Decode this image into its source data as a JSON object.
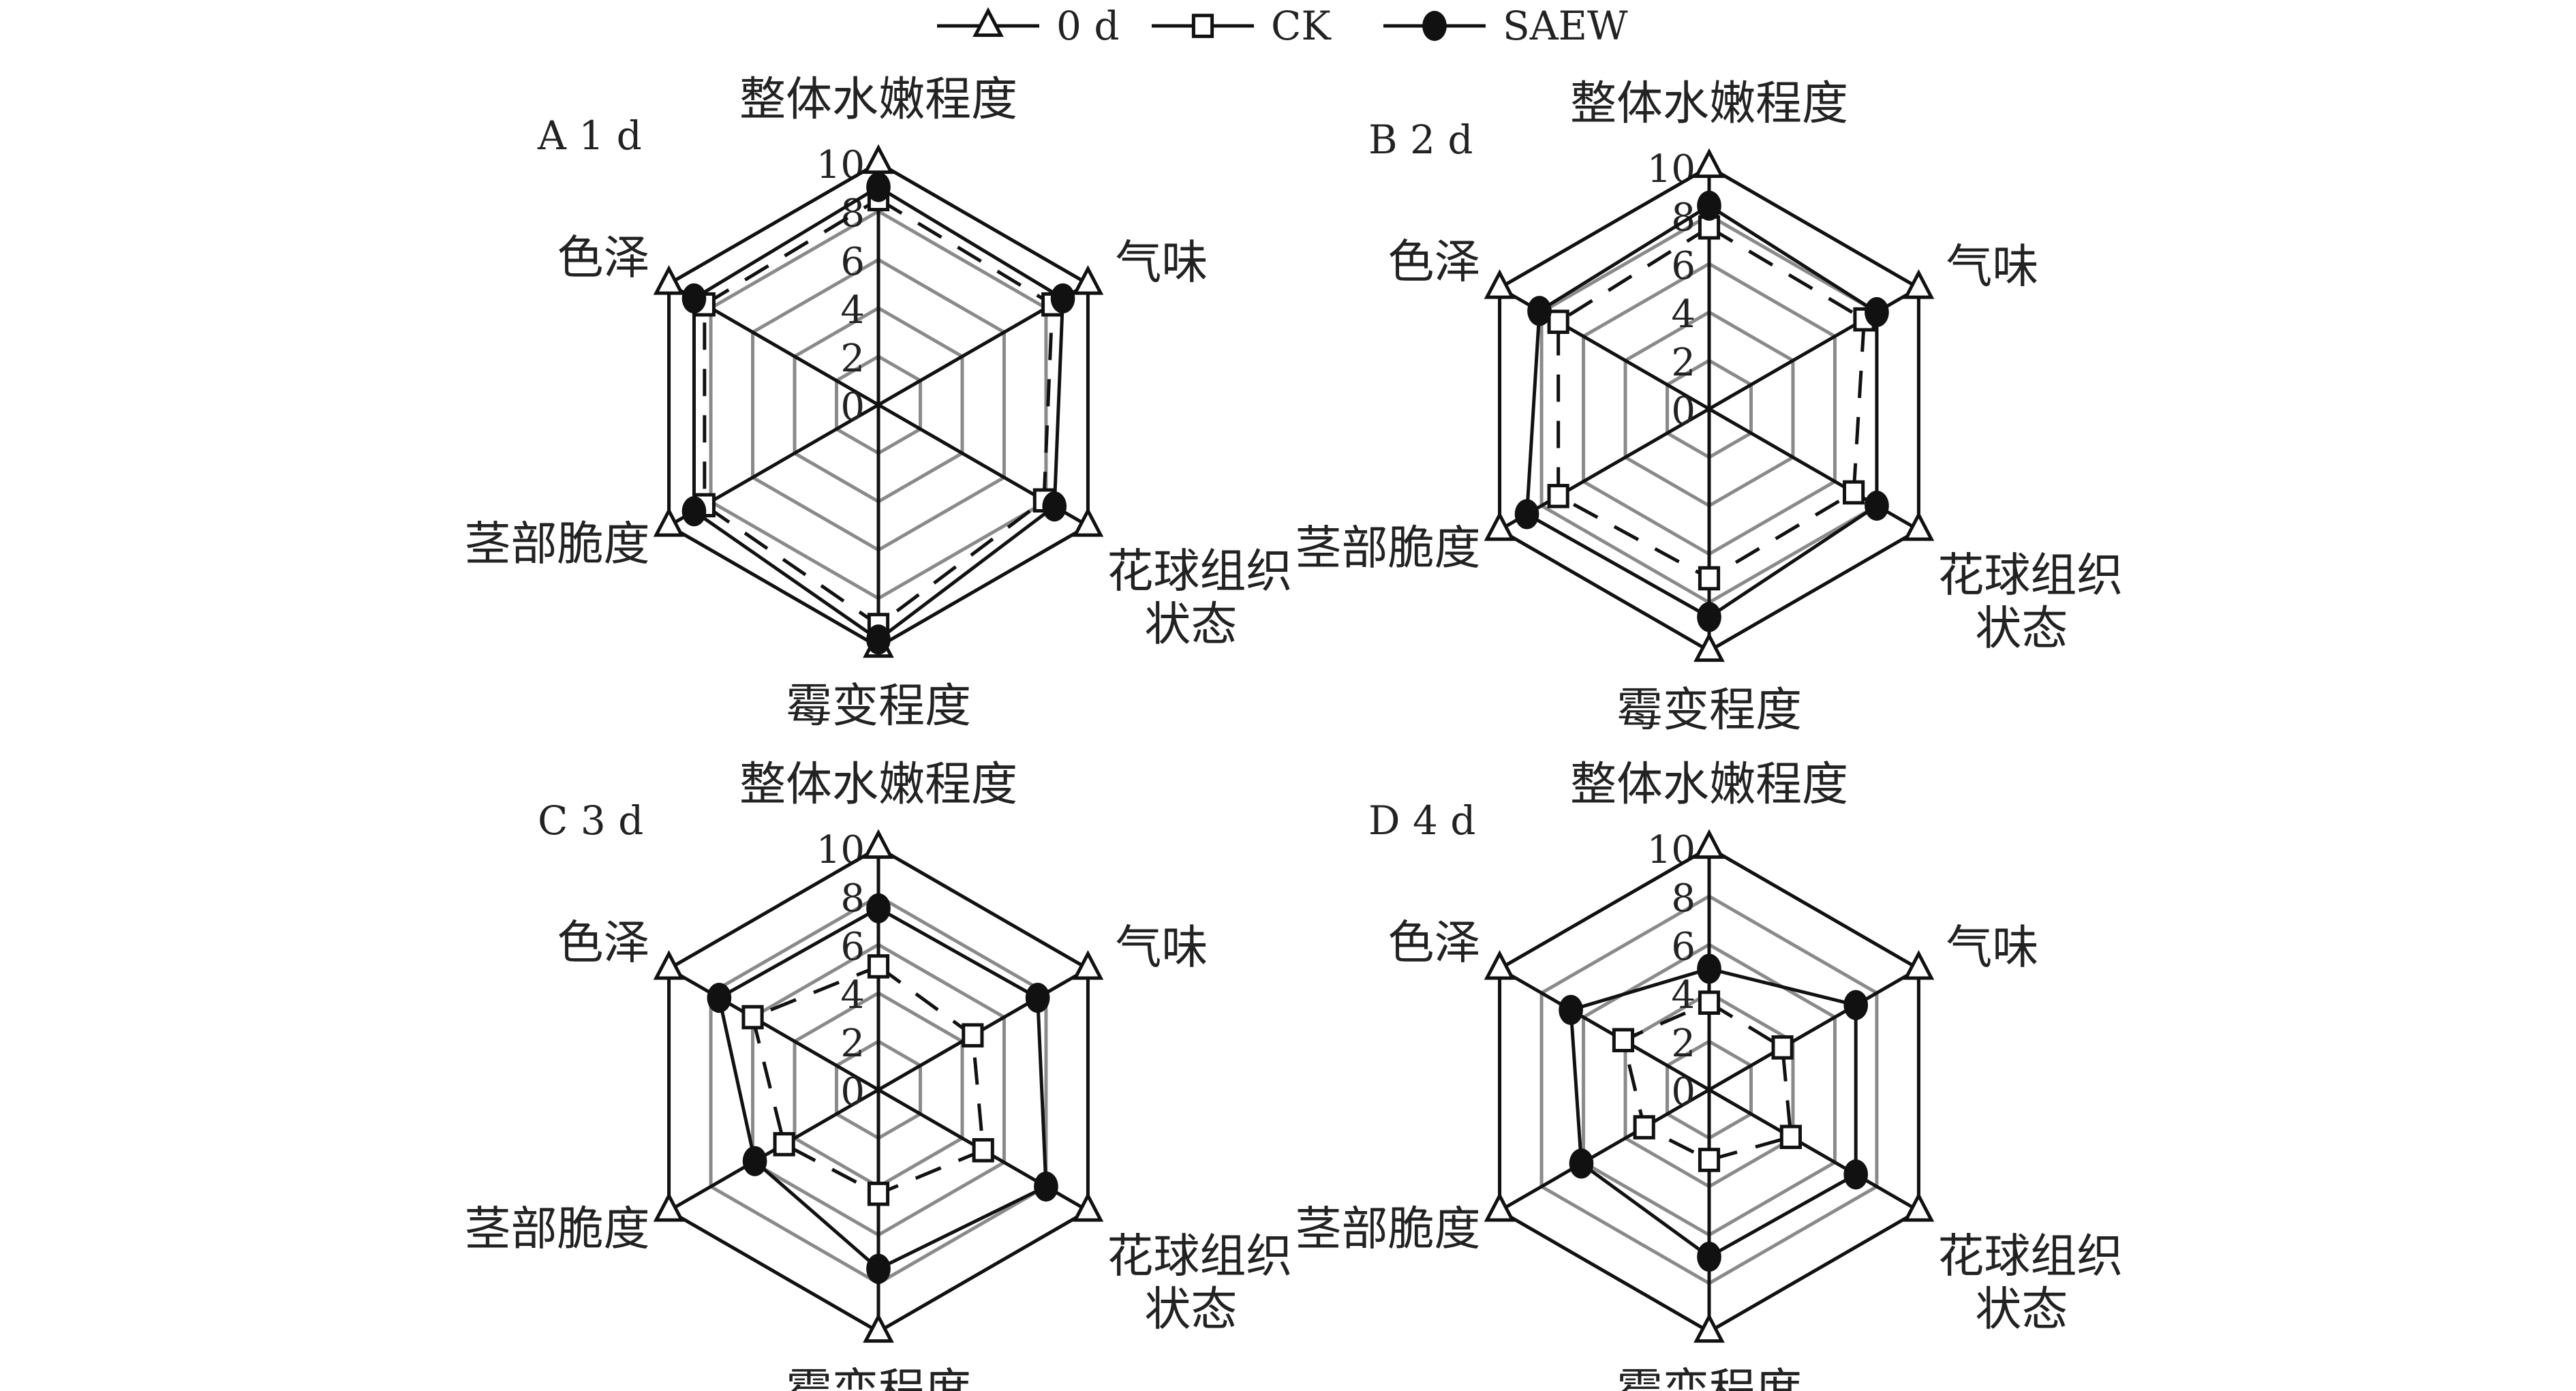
{
  "chart_data": {
    "type": "radar",
    "legend": {
      "placement": "top-center",
      "entries": [
        {
          "name": "0 d",
          "marker": "triangle-open",
          "line": "solid"
        },
        {
          "name": "CK",
          "marker": "square-open",
          "line": "dashed"
        },
        {
          "name": "SAEW",
          "marker": "circle-filled",
          "line": "solid"
        }
      ]
    },
    "axes": [
      "整体水嫩程度",
      "气味",
      "花球组织状态",
      "霉变程度",
      "茎部脆度",
      "色泽"
    ],
    "axis_label_lines": [
      [
        "整体水嫩程度"
      ],
      [
        "气味"
      ],
      [
        "花球组织",
        "状态"
      ],
      [
        "霉变程度"
      ],
      [
        "茎部脆度"
      ],
      [
        "色泽"
      ]
    ],
    "ticks": [
      "0",
      "2",
      "4",
      "6",
      "8",
      "10"
    ],
    "range": [
      0,
      10
    ],
    "grid": true,
    "colors": {
      "grid": "#8a8a8a",
      "series": "#111111"
    },
    "panels": [
      {
        "title": "A 1 d",
        "series": [
          {
            "name": "0 d",
            "values": [
              10,
              10,
              10,
              10,
              10,
              10
            ]
          },
          {
            "name": "CK",
            "values": [
              8.5,
              8.3,
              7.9,
              9.1,
              8.3,
              8.3
            ]
          },
          {
            "name": "SAEW",
            "values": [
              9.0,
              8.8,
              8.4,
              9.7,
              8.8,
              8.8
            ]
          }
        ]
      },
      {
        "title": "B 2 d",
        "series": [
          {
            "name": "0 d",
            "values": [
              10,
              10,
              10,
              10,
              10,
              10
            ]
          },
          {
            "name": "CK",
            "values": [
              7.5,
              7.4,
              6.9,
              7.0,
              7.2,
              7.2
            ]
          },
          {
            "name": "SAEW",
            "values": [
              8.4,
              8.0,
              8.0,
              8.6,
              8.7,
              8.1
            ]
          }
        ]
      },
      {
        "title": "C 3 d",
        "series": [
          {
            "name": "0 d",
            "values": [
              10,
              10,
              10,
              10,
              10,
              10
            ]
          },
          {
            "name": "CK",
            "values": [
              5.1,
              4.5,
              5.0,
              4.3,
              4.5,
              6.0
            ]
          },
          {
            "name": "SAEW",
            "values": [
              7.5,
              7.6,
              8.0,
              7.4,
              5.9,
              7.6
            ]
          }
        ]
      },
      {
        "title": "D 4 d",
        "series": [
          {
            "name": "0 d",
            "values": [
              10,
              10,
              10,
              10,
              10,
              10
            ]
          },
          {
            "name": "CK",
            "values": [
              3.6,
              3.5,
              3.9,
              2.9,
              3.1,
              4.1
            ]
          },
          {
            "name": "SAEW",
            "values": [
              5.0,
              7.0,
              7.0,
              6.9,
              6.1,
              6.6
            ]
          }
        ]
      }
    ]
  }
}
